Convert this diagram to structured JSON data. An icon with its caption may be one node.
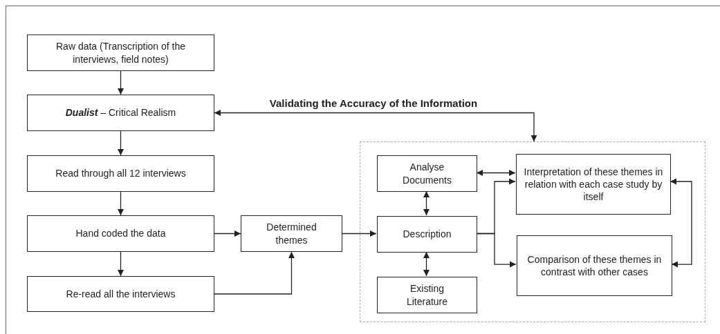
{
  "diagram": {
    "nodes": [
      {
        "text": [
          "Raw data (Transcription of the interviews, field notes)"
        ]
      },
      {
        "text": [
          "**Dualist** – Critical Realism"
        ]
      },
      {
        "text": [
          "Read through all 12 interviews"
        ]
      },
      {
        "text": [
          "Hand coded the data"
        ]
      },
      {
        "text": [
          "Re-read all the interviews"
        ]
      },
      {
        "text": [
          "Determined themes"
        ]
      },
      {
        "text": [],
        "shape": "box"
      },
      {
        "text": [
          "Analyse Documents"
        ],
        "in": 6
      },
      {
        "text": [
          "Description"
        ],
        "in": 6
      },
      {
        "text": [
          "Existing Literature"
        ],
        "in": 6
      },
      {
        "text": [
          "Interpretation of these themes in relation with each case study by itself"
        ],
        "in": 6
      },
      {
        "text": [
          "Comparison of these themes in contrast with other cases"
        ],
        "in": 6
      }
    ],
    "edges": [
      {
        "from": 0,
        "to": 1,
        "arrow": "to"
      },
      {
        "from": 1,
        "to": 2,
        "arrow": "to"
      },
      {
        "from": 2,
        "to": 3,
        "arrow": "to"
      },
      {
        "from": 3,
        "to": 4,
        "arrow": "to"
      },
      {
        "from": 3,
        "to": 5,
        "arrow": "to"
      },
      {
        "from": 4,
        "to": 5,
        "arrow": "to"
      },
      {
        "from": 1,
        "to": 6,
        "arrow": "both",
        "label": "Validating the Accuracy of the Information"
      },
      {
        "from": 5,
        "to": 8,
        "arrow": "to"
      },
      {
        "from": 7,
        "to": 8,
        "arrow": "both"
      },
      {
        "from": 8,
        "to": 9,
        "arrow": "both"
      },
      {
        "from": 7,
        "to": 10,
        "arrow": "both"
      },
      {
        "from": 8,
        "to": 10,
        "arrow": "to"
      },
      {
        "from": 8,
        "to": 11,
        "arrow": "to"
      },
      {
        "from": 10,
        "to": 11,
        "arrow": "both"
      }
    ]
  }
}
